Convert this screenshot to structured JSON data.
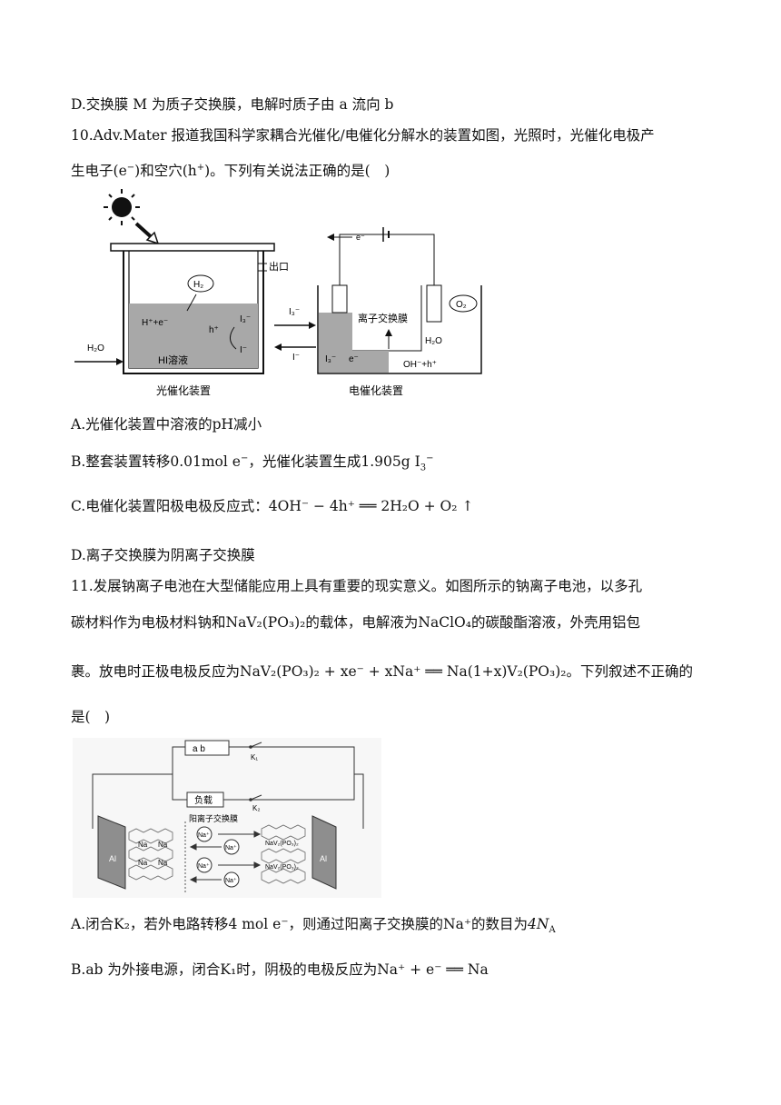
{
  "lines": {
    "d_prev": "D.交换膜 M 为质子交换膜，电解时质子由 a 流向 b",
    "q10_a": "10.Adv.Mater 报道我国科学家耦合光催化/电催化分解水的装置如图，光照时，光催化电极产",
    "q10_b_1": "生电子(",
    "q10_b_e": "e",
    "q10_b_2": ")和空穴(",
    "q10_b_h": "h",
    "q10_b_3": ")。下列有关说法正确的是(　)",
    "q10_A_1": "A.光催化装置中溶液的",
    "q10_A_ph": "pH",
    "q10_A_2": "减小",
    "q10_B_1": "B.整套装置转移",
    "q10_B_val": "0.01mol e",
    "q10_B_2": "，光催化装置生成",
    "q10_B_val2": "1.905g I",
    "q10_C_1": "C.电催化装置阳极电极反应式：",
    "q10_C_eq": "4OH⁻ − 4h⁺ ══ 2H₂O + O₂ ↑",
    "q10_D": "D.离子交换膜为阴离子交换膜",
    "q11_a": "11.发展钠离子电池在大型储能应用上具有重要的现实意义。如图所示的钠离子电池，以多孔",
    "q11_b_1": "碳材料作为电极材料钠和",
    "q11_b_f": "NaV₂(PO₃)₂",
    "q11_b_2": "的载体，电解液为",
    "q11_b_f2": "NaClO₄",
    "q11_b_3": "的碳酸酯溶液，外壳用铝包",
    "q11_c_1": "裹。放电时正极电极反应为",
    "q11_c_eq": "NaV₂(PO₃)₂ + xe⁻ + xNa⁺ ══ Na(1+x)V₂(PO₃)₂",
    "q11_c_2": "。下列叙述不正确的",
    "q11_d": "是(　)",
    "q11_A_1": "A.闭合",
    "q11_A_k": "K₂",
    "q11_A_2": "，若外电路转移",
    "q11_A_v": "4 mol e⁻",
    "q11_A_3": "，则通过阳离子交换膜的",
    "q11_A_na": "Na⁺",
    "q11_A_4": "的数目为",
    "q11_A_n": "4N",
    "q11_A_nsub": "A",
    "q11_B_1": "B.ab 为外接电源，闭合",
    "q11_B_k": "K₁",
    "q11_B_2": "时，阴极的电极反应为",
    "q11_B_eq": "Na⁺ + e⁻ ══ Na"
  },
  "fig10": {
    "h2": "H₂",
    "outlet": "出口",
    "left_ions": "H⁺+e⁻",
    "hplus": "h⁺",
    "i3": "I₃⁻",
    "iminus": "I⁻",
    "h2o": "H₂O",
    "solution": "HI溶液",
    "caption_left": "光催化装置",
    "arrow_top": "I₃⁻",
    "arrow_bottom": "I⁻",
    "electron": "e⁻",
    "membrane": "离子交换膜",
    "o2": "O₂",
    "right_h2o": "H₂O",
    "right_i3": "I₃⁻",
    "right_e": "e⁻",
    "right_ions": "OH⁻+h⁺",
    "caption_right": "电催化装置"
  },
  "fig11": {
    "source": "a    b",
    "k1": "K₁",
    "load": "负载",
    "k2": "K₂",
    "membrane": "阳离子交换膜",
    "na": "Na",
    "naplus": "Na⁺",
    "al": "Al",
    "nav": "NaV₂(PO₃)₂"
  }
}
